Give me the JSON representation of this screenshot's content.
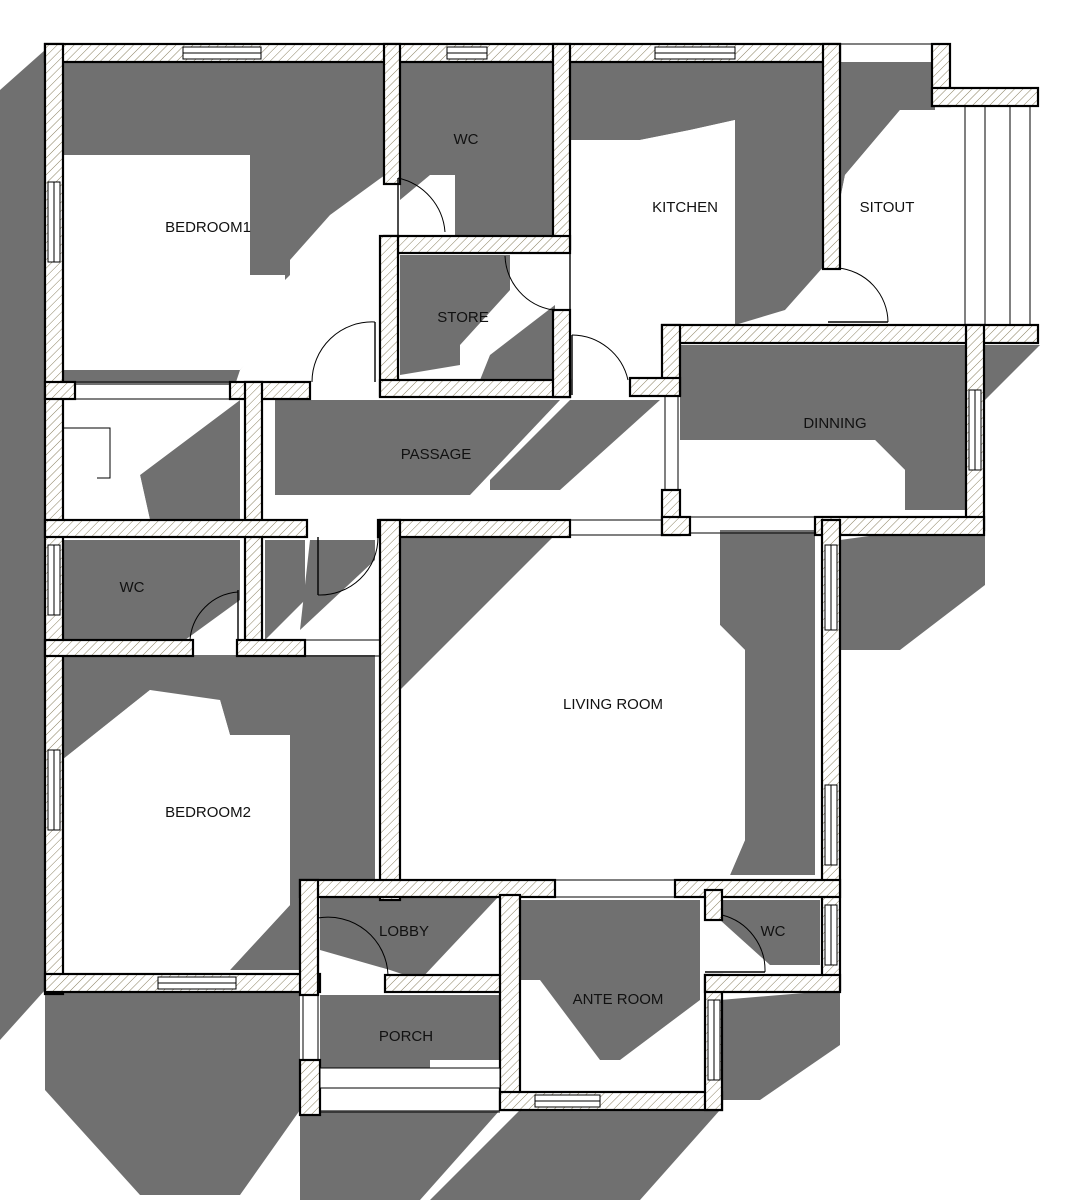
{
  "rooms": {
    "bedroom1": "BEDROOM1",
    "wc_top": "WC",
    "kitchen": "KITCHEN",
    "sitout": "SITOUT",
    "store": "STORE",
    "passage": "PASSAGE",
    "dinning": "DINNING",
    "wc_left": "WC",
    "living_room": "LIVING ROOM",
    "bedroom2": "BEDROOM2",
    "lobby": "LOBBY",
    "wc_right": "WC",
    "ante_room": "ANTE ROOM",
    "porch": "PORCH"
  },
  "colors": {
    "shadow": "#707070",
    "hatch_line": "#8a8060",
    "wall_outline": "#000000",
    "background": "#ffffff"
  }
}
